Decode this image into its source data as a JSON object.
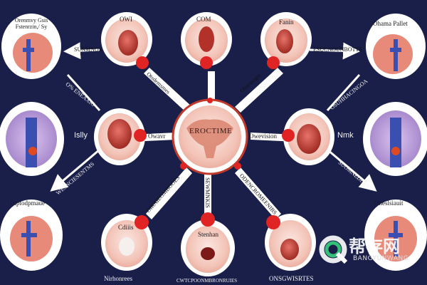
{
  "center": {
    "label": "EROCTIME"
  },
  "nodes": {
    "top_left": {
      "label": "OWI"
    },
    "top_center": {
      "label": "COM"
    },
    "top_right": {
      "label": "Fanin"
    },
    "mid_left": {
      "label": "Owavr"
    },
    "mid_right": {
      "label": "Owevision"
    },
    "bottom_left": {
      "label": "Cdiiis"
    },
    "bottom_center": {
      "label": "Stenhan"
    },
    "bottom_right": {
      "label": ""
    }
  },
  "outer": {
    "top_left": {
      "label": "Orenmvy Gsis Fstenrzin,/ Sy"
    },
    "top_right": {
      "label": "Ohama Pallet"
    },
    "mid_left": {
      "label": "Islly"
    },
    "mid_right": {
      "label": "Nmk"
    },
    "bottom_left": {
      "label": "Diptodpmaue"
    },
    "bottom_right": {
      "label": "Oneslsiauit"
    }
  },
  "bottom_labels": {
    "left": "Nirhonrees",
    "center": "CWTCPOONMBRONRUIES",
    "right": "ONSGWISRTES"
  },
  "connectors": {
    "tl_arrow": "SUNMNOS",
    "tr_arrow": "ESUCNOUNBOTTE",
    "tl_diag": "O% ENEAXIG",
    "tr_diag": "OSUHHACINGOA",
    "c_tl": "Otsdemsmes",
    "c_tr": "Ossiresigrs",
    "c_bl": "OIRAIEOMBOOES",
    "c_br": "ODENCROMEENIBS",
    "c_b": "SEWMNKIS",
    "bl_arrow": "WESNCIESENTMS",
    "br_arrow": "SUOMNEDHRS"
  },
  "watermark": {
    "text": "帮存网",
    "sub": "BANGYUNWANG"
  },
  "colors": {
    "background": "#1a1f4a",
    "node_fill": "#f7d6cf",
    "accent_red": "#e02424",
    "organ": "#c0392b",
    "outer_fill": "#ffffff"
  }
}
